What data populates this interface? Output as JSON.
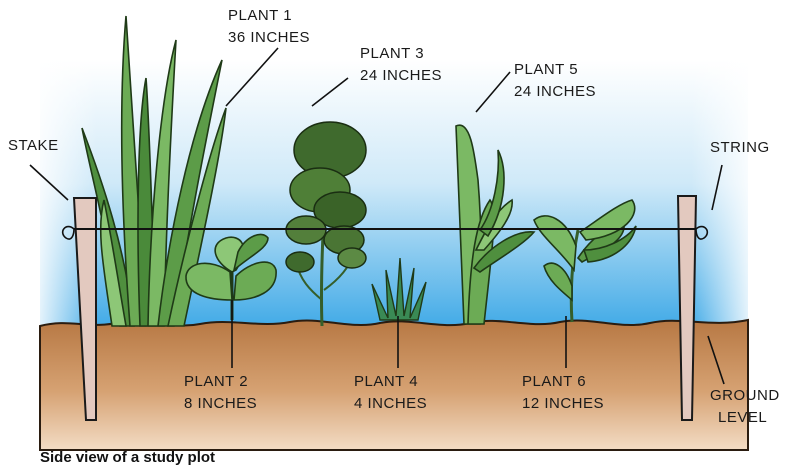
{
  "labels": {
    "plant1": [
      "PLANT 1",
      "36 INCHES"
    ],
    "plant2": [
      "PLANT 2",
      "8 INCHES"
    ],
    "plant3": [
      "PLANT 3",
      "24 INCHES"
    ],
    "plant4": [
      "PLANT 4",
      "4 INCHES"
    ],
    "plant5": [
      "PLANT 5",
      "24 INCHES"
    ],
    "plant6": [
      "PLANT 6",
      "12 INCHES"
    ],
    "stake": "STAKE",
    "string": "STRING",
    "ground": [
      "GROUND",
      "LEVEL"
    ]
  },
  "caption": "Side view of a study plot",
  "colors": {
    "sky_top": "#ffffff",
    "sky_bottom": "#3aa7e6",
    "soil": "#c58a55",
    "plant_green": "#6cab55",
    "dark_green": "#2f5a24",
    "stake": "#e3c9bf"
  }
}
